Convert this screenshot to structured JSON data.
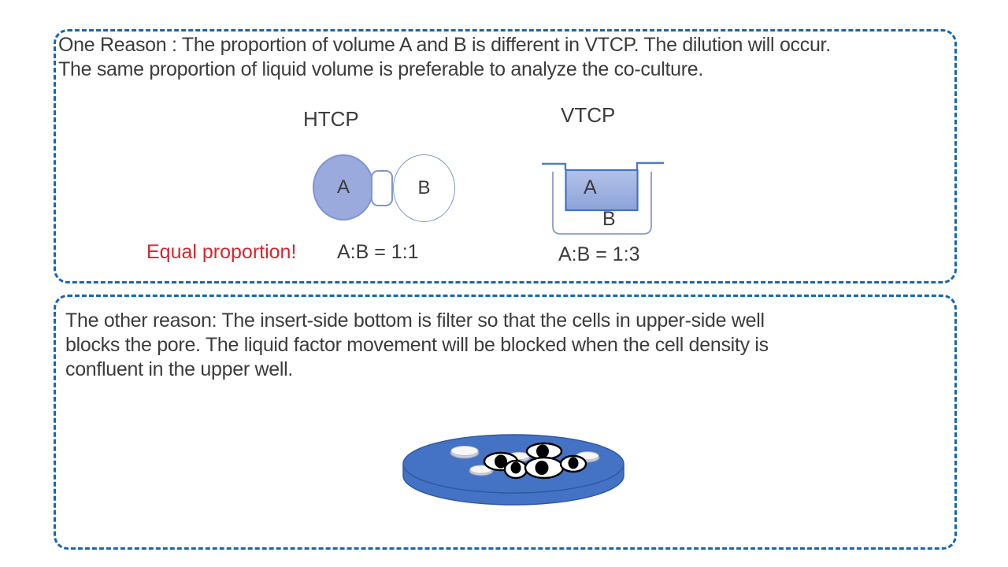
{
  "colors": {
    "box_border": "#1567B2",
    "body_text": "#3C3C3C",
    "accent_red": "#D6262C",
    "circle_a_fill": "#9AAADC",
    "circle_a_stroke": "#8193D2",
    "light_blue_stroke": "#7E96CF",
    "insert_stroke": "#4472C4",
    "insert_fill_top": "#B3C2E7",
    "insert_fill_bottom": "#8CA3DA",
    "well_stroke": "#8B9DC3",
    "dish_fill": "#4472C4",
    "dish_stroke": "#3059A4"
  },
  "top_box": {
    "lines": [
      "One Reason : The proportion of volume A and B is different in VTCP. The dilution will occur.",
      "The same proportion of liquid volume is preferable to analyze the co-culture."
    ],
    "htcp": {
      "title": "HTCP",
      "circle_a_label": "A",
      "circle_b_label": "B",
      "note": "Equal proportion!",
      "ratio": "A:B = 1:1"
    },
    "vtcp": {
      "title": "VTCP",
      "insert_label": "A",
      "well_label": "B",
      "ratio": "A:B = 1:3"
    }
  },
  "bottom_box": {
    "lines": [
      "The other reason: The insert-side bottom is filter so that the cells in upper-side well",
      "blocks the pore. The liquid factor movement will be blocked when the cell density is",
      "confluent in the upper well."
    ]
  }
}
